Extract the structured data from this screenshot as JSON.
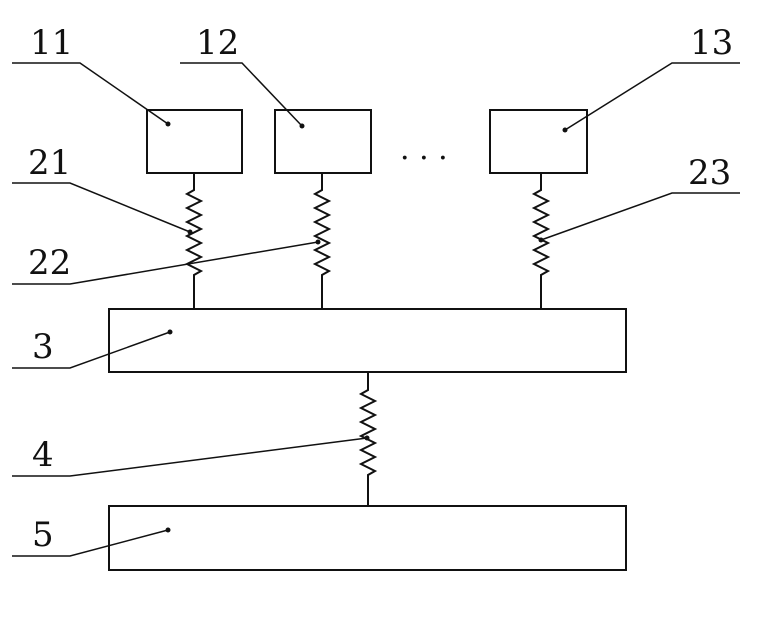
{
  "labels": {
    "l11": "11",
    "l12": "12",
    "l13": "13",
    "l21": "21",
    "l22": "22",
    "l23": "23",
    "l3": "3",
    "l4": "4",
    "l5": "5"
  },
  "ellipsis": "· · ·"
}
